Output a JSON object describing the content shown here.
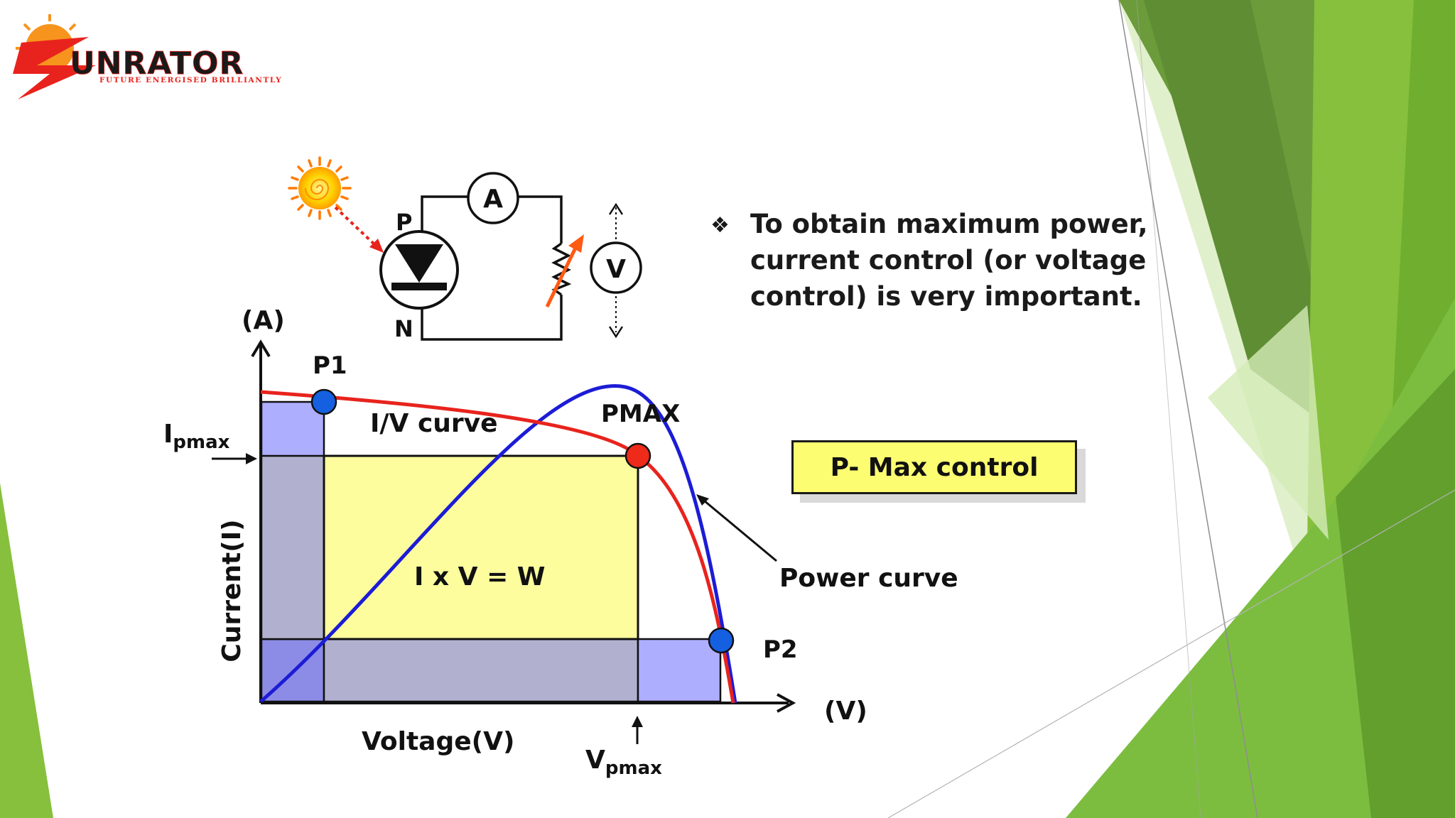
{
  "logo": {
    "text": "UNRATOR",
    "tagline": "FUTURE ENERGISED BRILLIANTLY",
    "colors": {
      "red": "#e8231d",
      "orange": "#f7941d",
      "dark": "#1a1a1a"
    }
  },
  "circuit": {
    "ammeter": "A",
    "voltmeter": "V",
    "p_label": "P",
    "n_label": "N"
  },
  "graph": {
    "y_unit": "(A)",
    "x_unit": "(V)",
    "y_axis_label": "Current(I)",
    "x_axis_label": "Voltage(V)",
    "ipmax_main": "I",
    "ipmax_sub": "pmax",
    "vpmax_main": "V",
    "vpmax_sub": "pmax",
    "p1": "P1",
    "p2": "P2",
    "pmax": "PMAX",
    "iv_curve": "I/V curve",
    "power_curve": "Power curve",
    "area_formula": "I x V = W"
  },
  "bullet": {
    "symbol": "❖",
    "text": "To obtain maximum power, current control (or voltage control) is very important."
  },
  "pmax_box": {
    "label": "P- Max control"
  },
  "colors": {
    "iv_curve": "#e8231d",
    "power_curve": "#1c1cd6",
    "point_blue": "#1560e0",
    "point_red": "#ee2a1b",
    "area_yellow": "#fdfd9e",
    "area_purple": "#b1b1cf",
    "area_lavender": "#aeaeff",
    "area_violet": "#8c8ce6",
    "green_dark": "#6b9b3a",
    "green_mid": "#86c03c",
    "green_light": "#c9e3a3"
  }
}
